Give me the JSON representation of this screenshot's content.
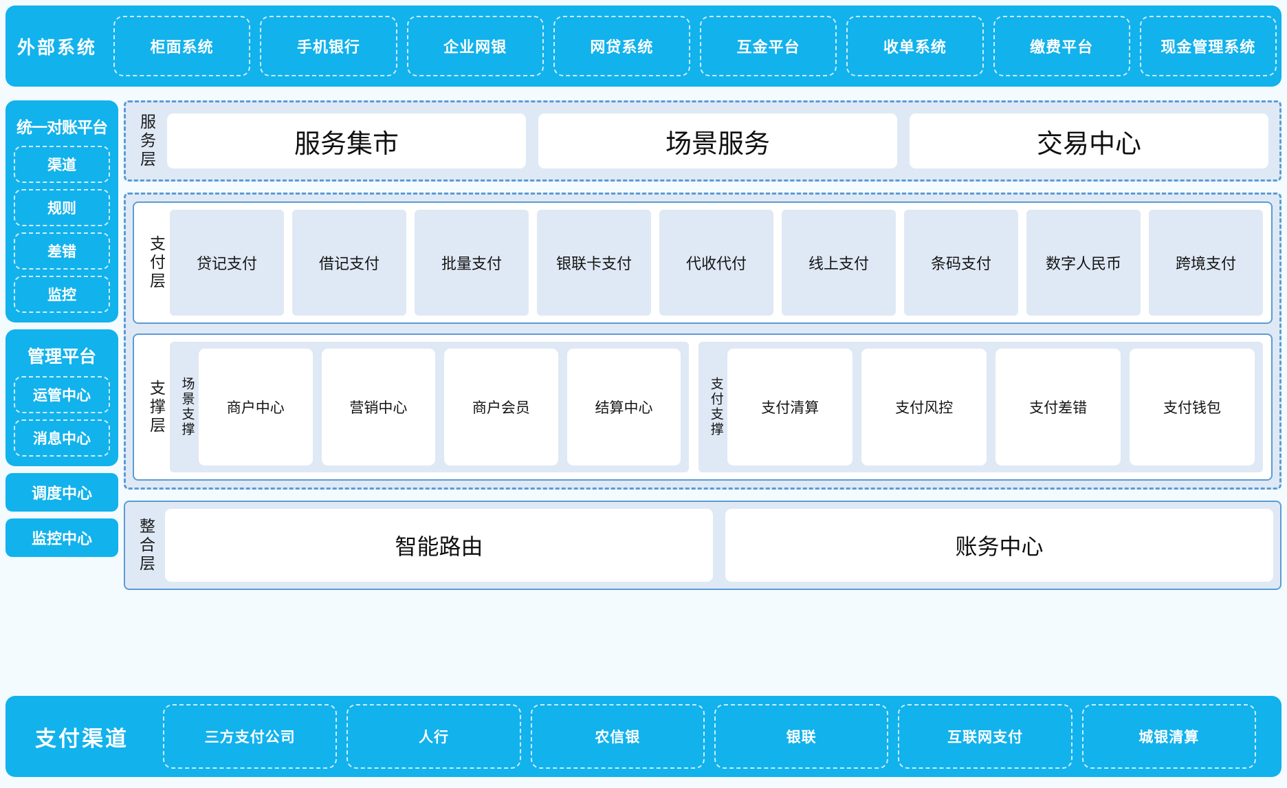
{
  "external": {
    "title": "外部系统",
    "items": [
      "柜面系统",
      "手机银行",
      "企业网银",
      "网贷系统",
      "互金平台",
      "收单系统",
      "缴费平台",
      "现金管理系统"
    ]
  },
  "rail": {
    "recon": {
      "title": "统一对账平台",
      "items": [
        "渠道",
        "规则",
        "差错",
        "监控"
      ]
    },
    "manage": {
      "title": "管理平台",
      "items": [
        "运管中心",
        "消息中心"
      ]
    },
    "standalone": [
      "调度中心",
      "监控中心"
    ]
  },
  "service_layer": {
    "label": "服务层",
    "cards": [
      "服务集市",
      "场景服务",
      "交易中心"
    ]
  },
  "payment_layer": {
    "label": "支付层",
    "tiles": [
      "贷记支付",
      "借记支付",
      "批量支付",
      "银联卡支付",
      "代收代付",
      "线上支付",
      "条码支付",
      "数字人民币",
      "跨境支付"
    ]
  },
  "support_layer": {
    "label": "支撑层",
    "groups": [
      {
        "label": "场景支撑",
        "cards": [
          "商户中心",
          "营销中心",
          "商户会员",
          "结算中心"
        ]
      },
      {
        "label": "支付支撑",
        "cards": [
          "支付清算",
          "支付风控",
          "支付差错",
          "支付钱包"
        ]
      }
    ]
  },
  "integration_layer": {
    "label": "整合层",
    "cards": [
      "智能路由",
      "账务中心"
    ]
  },
  "channel": {
    "title": "支付渠道",
    "items": [
      "三方支付公司",
      "人行",
      "农信银",
      "银联",
      "互联网支付",
      "城银清算"
    ]
  },
  "colors": {
    "brand_cyan": "#12b2ec",
    "panel_blue": "#dfe9f5",
    "border_blue": "#5b9bd5",
    "page_bg": "#f3fbfe",
    "card_white": "#ffffff"
  }
}
